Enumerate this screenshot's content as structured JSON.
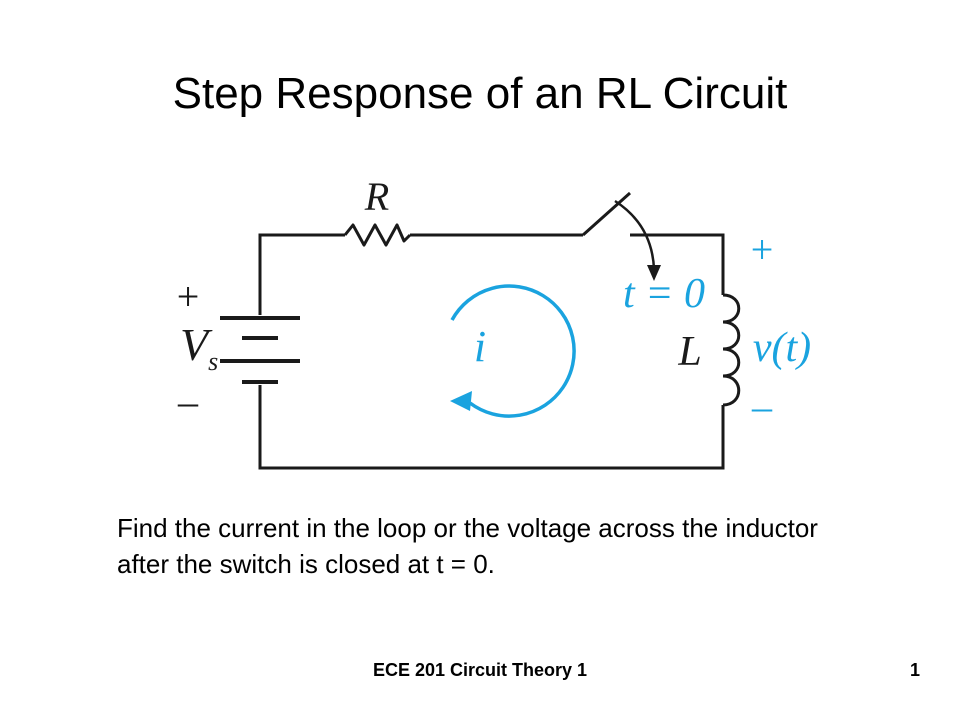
{
  "slide": {
    "title": "Step Response of an RL Circuit",
    "body_text": "Find the current in the loop or the voltage across the inductor after the switch is closed at t = 0.",
    "footer_text": "ECE 201 Circuit Theory 1",
    "page_number": "1"
  },
  "circuit": {
    "resistor_label": "R",
    "source_plus": "+",
    "source_label": "V",
    "source_subscript": "s",
    "source_minus": "–",
    "current_label": "i",
    "switch_time_label": "t = 0",
    "inductor_label": "L",
    "output_plus": "+",
    "output_label": "v(t)",
    "output_minus": "–",
    "colors": {
      "wire": "#1a1a1a",
      "accent": "#1aa3df"
    },
    "icons": [
      "resistor-icon",
      "battery-icon",
      "switch-icon",
      "inductor-icon",
      "current-loop-arrow-icon"
    ]
  }
}
